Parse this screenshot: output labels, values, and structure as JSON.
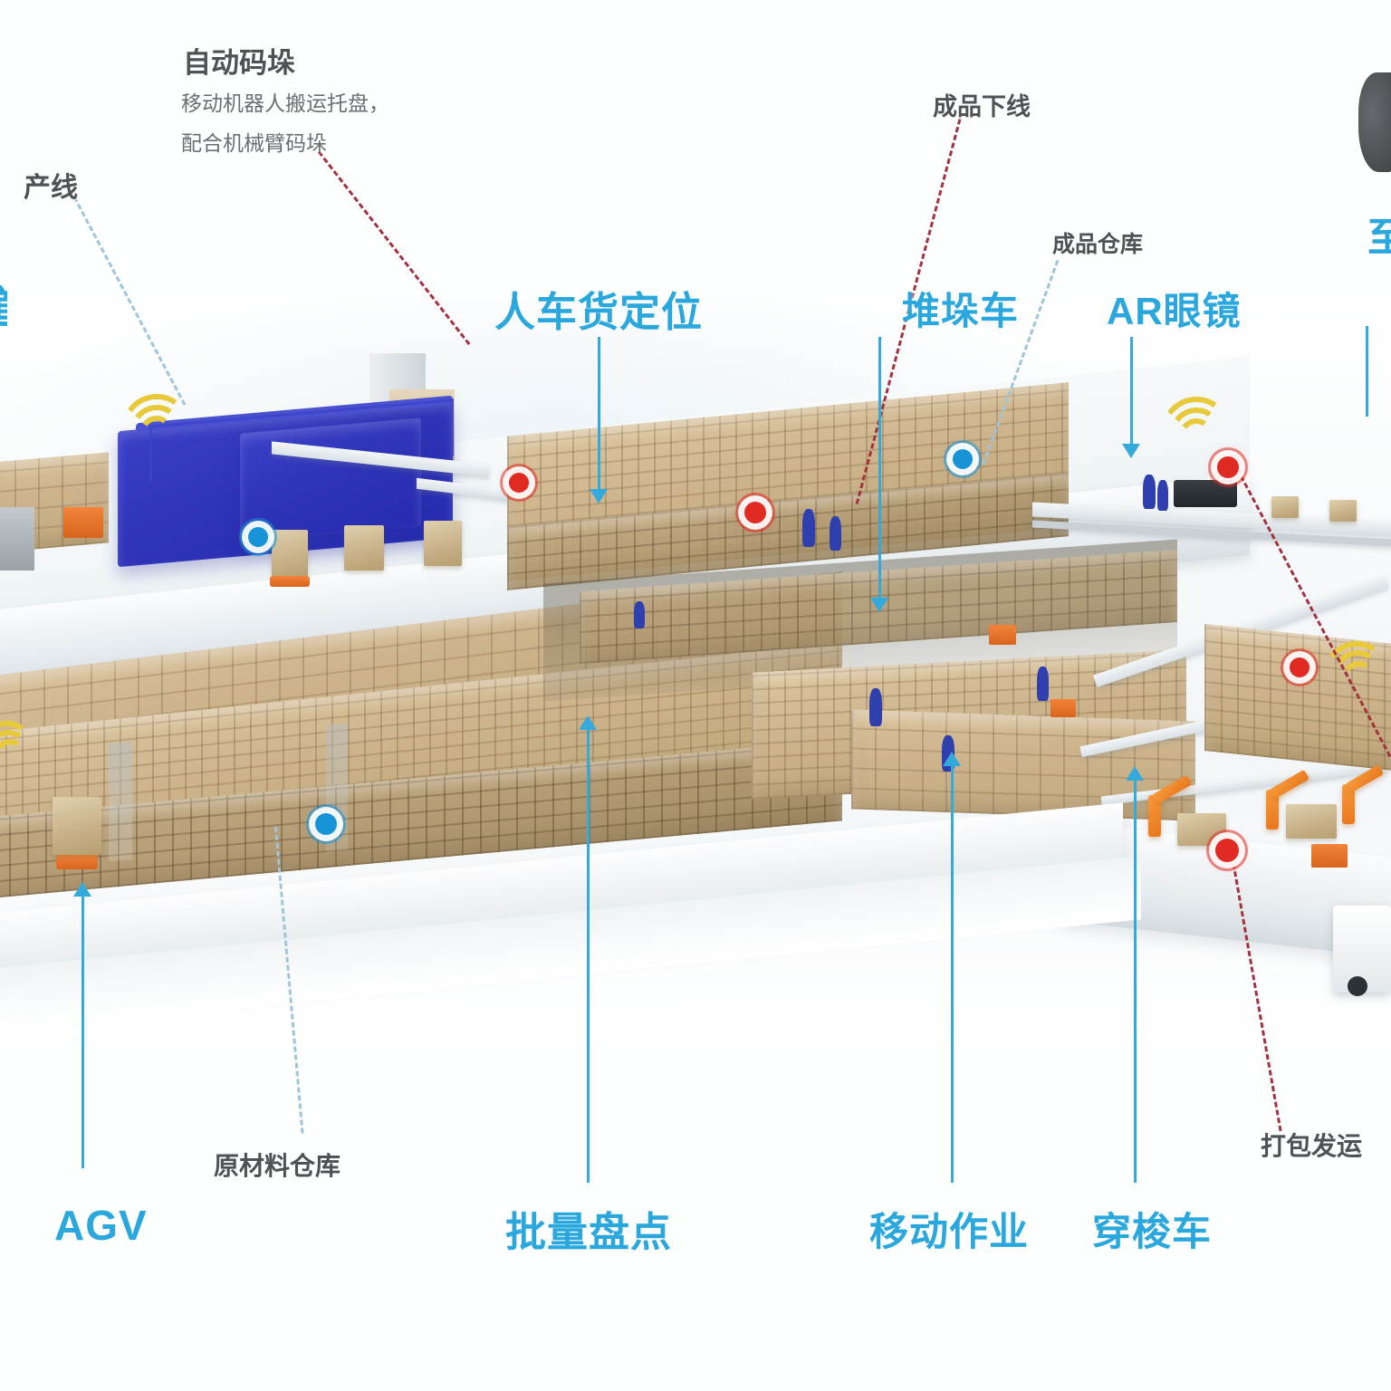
{
  "diagram": {
    "title_visible": false,
    "accent_blue": "#2aa7dc",
    "marker_red": "#e02a22",
    "marker_blue": "#1794d8",
    "gray_text": "#6b6f73",
    "wifi_yellow": "#e8c93a",
    "robot_orange": "#ee7b20",
    "machine_blue": "#2f34b8"
  },
  "annotations": {
    "auto_palletizing": {
      "title": "自动码垛",
      "line1": "移动机器人搬运托盘，",
      "line2": "配合机械臂码垛"
    },
    "production_line": "产线",
    "finished_goods_offline": "成品下线",
    "finished_goods_warehouse": "成品仓库",
    "raw_material_warehouse": "原材料仓库",
    "packing_shipping": "打包发运"
  },
  "blue_labels": [
    {
      "id": "people-vehicle-cargo-positioning",
      "text": "人车货定位"
    },
    {
      "id": "stacker-truck",
      "text": "堆垛车"
    },
    {
      "id": "ar-glasses",
      "text": "AR眼镜"
    },
    {
      "id": "agv",
      "text": "AGV"
    },
    {
      "id": "batch-inventory-count",
      "text": "批量盘点"
    },
    {
      "id": "mobile-operations",
      "text": "移动作业"
    },
    {
      "id": "shuttle-vehicle",
      "text": "穿梭车"
    }
  ],
  "edge_labels": {
    "left_clipped": "道",
    "right_clipped": "至"
  },
  "markers": {
    "red_count": 5,
    "blue_count": 3,
    "wifi_count": 3
  }
}
